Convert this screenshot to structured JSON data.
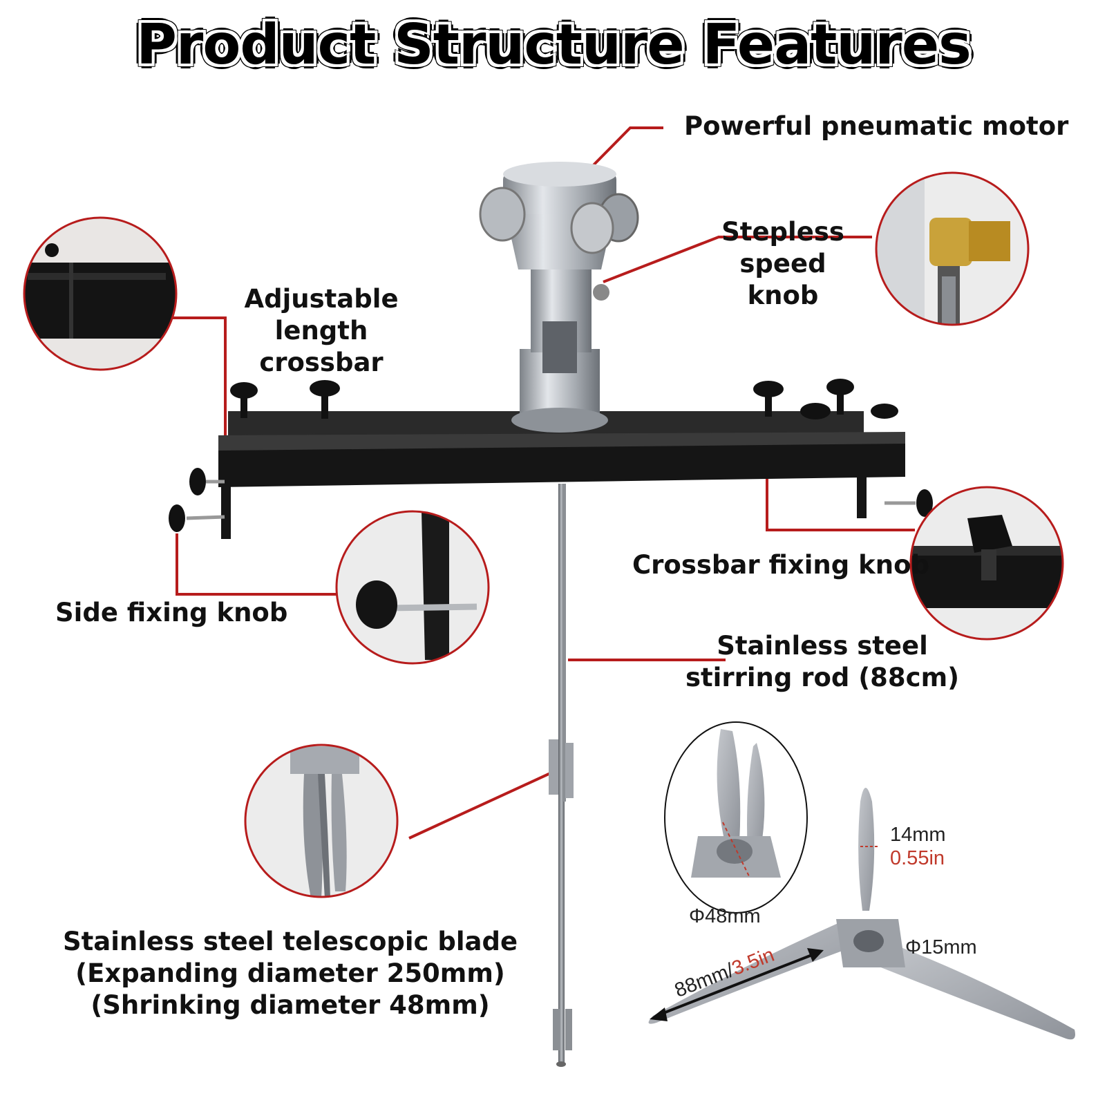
{
  "title": "Product Structure Features",
  "labels": {
    "motor": "Powerful pneumatic motor",
    "speed_knob": [
      "Stepless speed",
      "knob"
    ],
    "crossbar": [
      "Adjustable length",
      "crossbar"
    ],
    "crossbar_knob": "Crossbar fixing knob",
    "side_knob": "Side fixing knob",
    "rod": [
      "Stainless steel",
      "stirring rod (88cm)"
    ],
    "blade": [
      "Stainless steel telescopic blade",
      "(Expanding diameter 250mm)",
      "(Shrinking diameter 48mm)"
    ]
  },
  "dimensions": {
    "width_mm": "14mm",
    "width_in": "0.55in",
    "shrunk_diameter": "Φ48mm",
    "shaft_diameter": "Φ15mm",
    "blade_length_mm": "88mm/",
    "blade_length_in": "3.5in"
  },
  "colors": {
    "leader": "#b71c1c",
    "circle_border": "#b71c1c",
    "metal": "#a9adb3",
    "steel_dark": "#6f7378",
    "black_bar": "#151515"
  }
}
